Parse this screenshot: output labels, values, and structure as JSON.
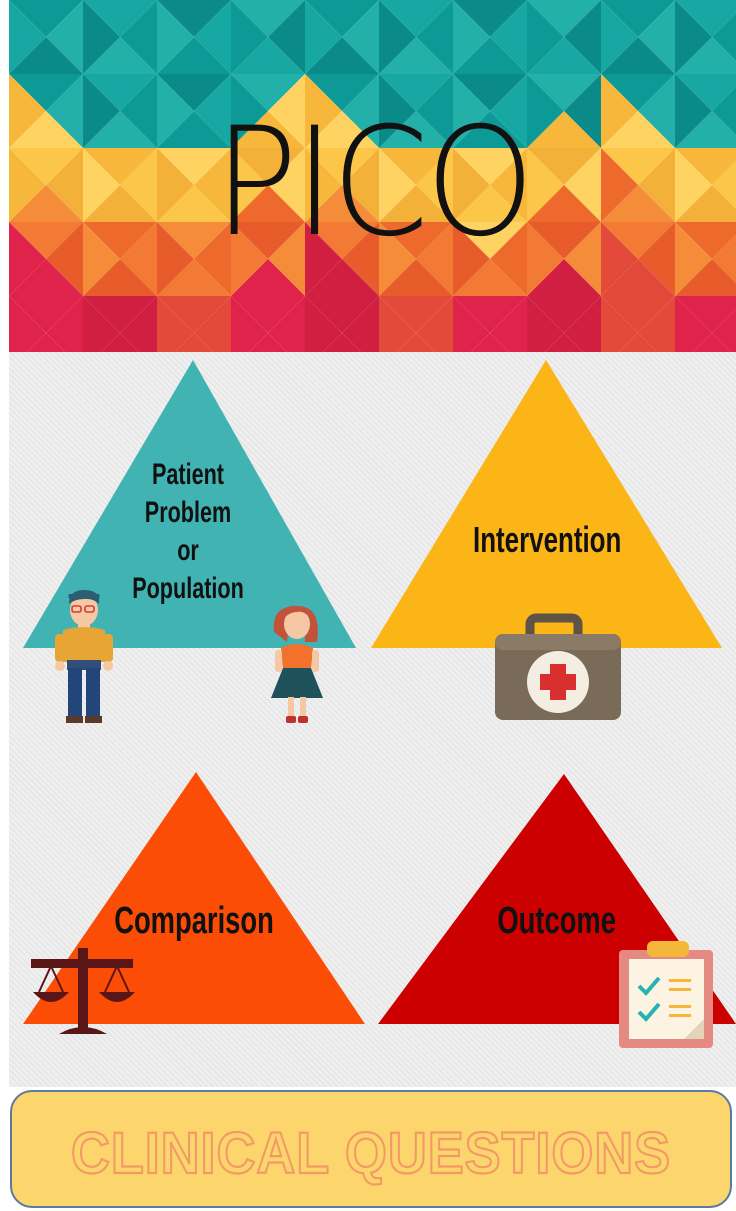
{
  "title": "PICO",
  "cards": [
    {
      "key": "p",
      "lines": [
        "Patient",
        "Problem",
        "or",
        "Population"
      ],
      "color": "#41b3b3"
    },
    {
      "key": "i",
      "lines": [
        "Intervention"
      ],
      "color": "#fbb517"
    },
    {
      "key": "c",
      "lines": [
        "Comparison"
      ],
      "color": "#fb4d06"
    },
    {
      "key": "o",
      "lines": [
        "Outcome"
      ],
      "color": "#cc0000"
    }
  ],
  "footer": {
    "text": "CLINICAL QUESTIONS",
    "color": "#fcd66d",
    "text_color": "#f29a66"
  },
  "palette": {
    "teal": "#0d9a97",
    "yellow": "#fcc749",
    "orange": "#f27a34",
    "red": "#e0234a"
  },
  "icons": [
    "man-icon",
    "woman-icon",
    "medical-kit-icon",
    "scales-icon",
    "clipboard-checklist-icon"
  ]
}
